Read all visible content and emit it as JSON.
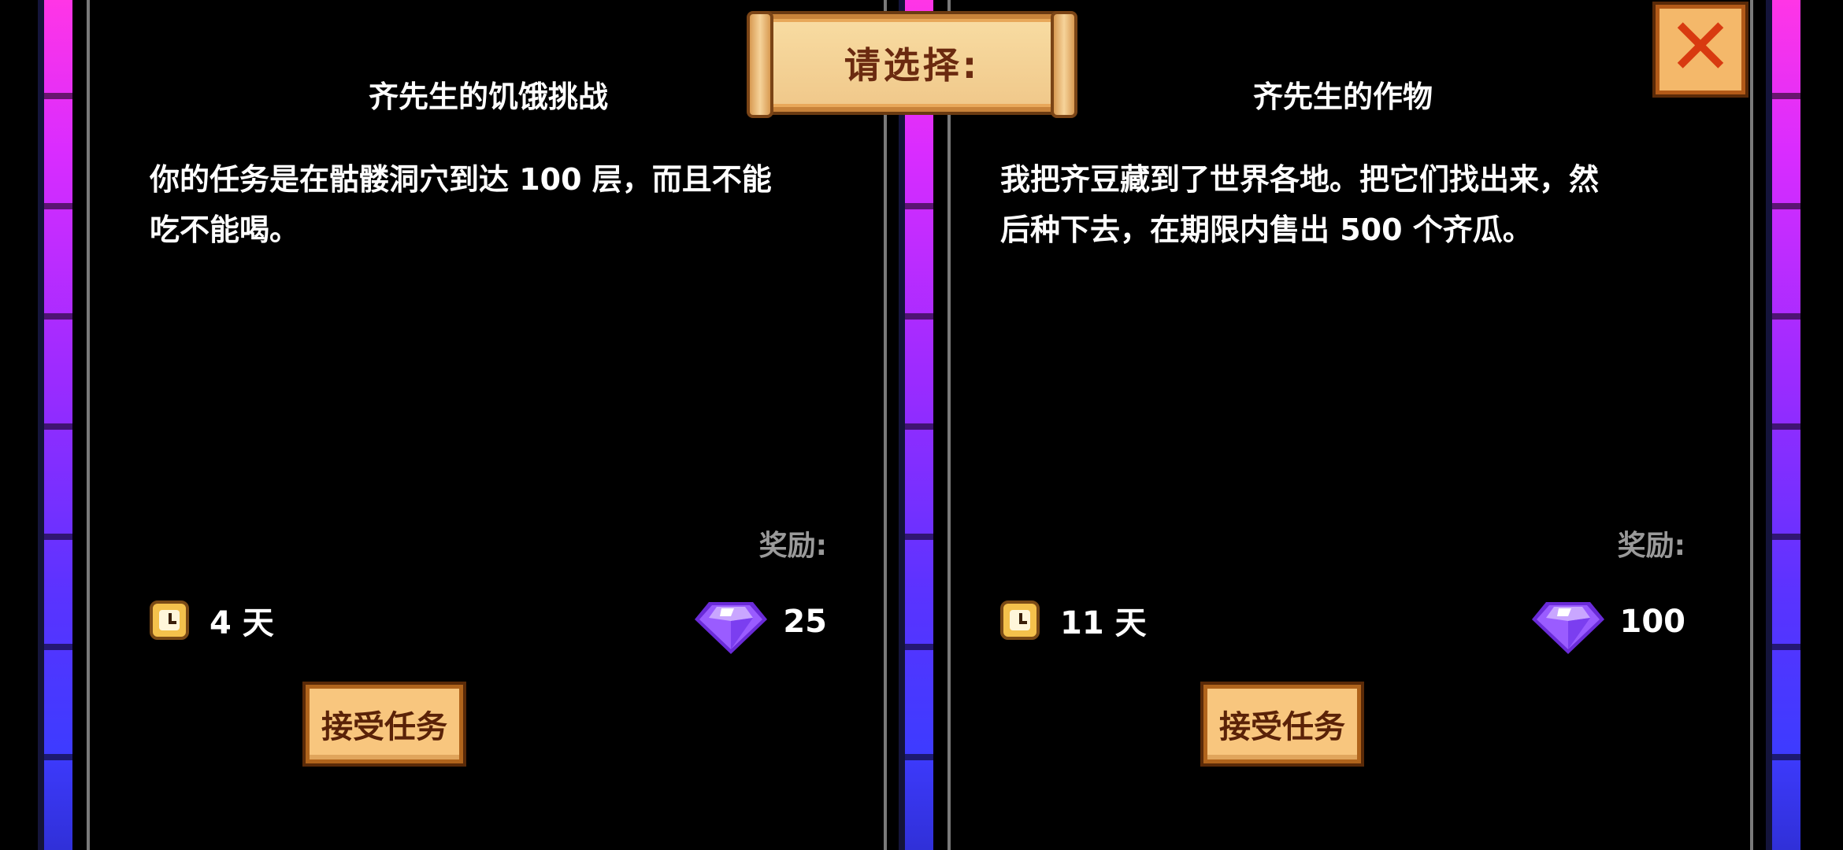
{
  "header": {
    "title": "请选择:"
  },
  "quests": [
    {
      "title": "齐先生的饥饿挑战",
      "description": "你的任务是在骷髅洞穴到达 100 层，而且不能\n吃不能喝。",
      "reward_label": "奖励:",
      "duration": "4 天",
      "reward_value": "25",
      "accept_label": "接受任务"
    },
    {
      "title": "齐先生的作物",
      "description": "我把齐豆藏到了世界各地。把它们找出来，然\n后种下去，在期限内售出 500 个齐瓜。",
      "reward_label": "奖励:",
      "duration": "11 天",
      "reward_value": "100",
      "accept_label": "接受任务"
    }
  ],
  "icons": {
    "close": "close-icon",
    "clock": "clock-icon",
    "gem": "qi-gem-icon"
  },
  "colors": {
    "accent_orange": "#f8c67e",
    "close_x": "#d83a10",
    "reward_label": "#9a9a9a",
    "gem": "#8a4cff"
  }
}
